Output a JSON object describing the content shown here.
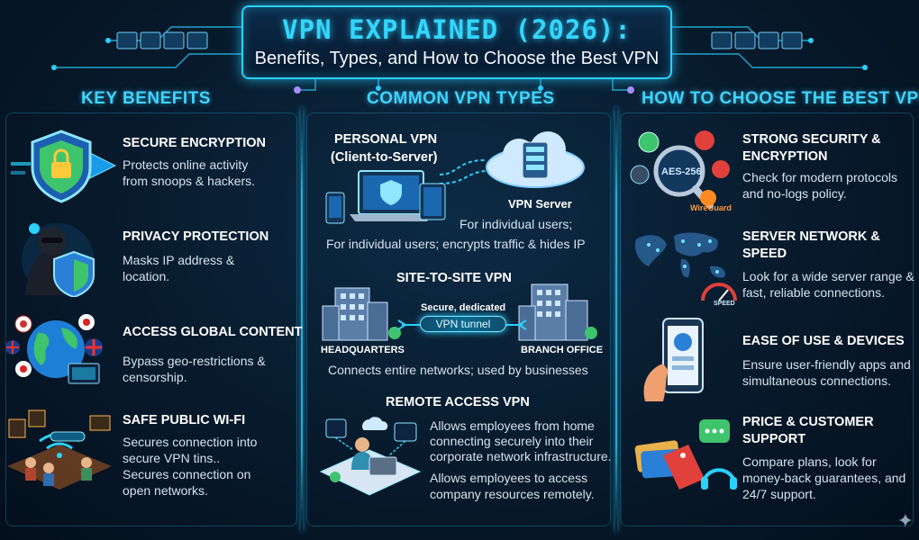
{
  "banner": {
    "title": "VPN EXPLAINED (2026):",
    "subtitle": "Benefits, Types, and How to Choose the Best VPN"
  },
  "columns": {
    "benefits": "KEY BENEFITS",
    "types": "COMMON VPN TYPES",
    "choose": "HOW TO CHOOSE THE BEST VPN"
  },
  "benefits": [
    {
      "title": "SECURE ENCRYPTION",
      "lines": [
        "Protects online activity",
        "from snoops & hackers."
      ],
      "icon": "shield-lock-icon"
    },
    {
      "title": "PRIVACY PROTECTION",
      "lines": [
        "Masks IP address &",
        "location."
      ],
      "icon": "hacker-shield-icon"
    },
    {
      "title": "ACCESS GLOBAL CONTENT",
      "lines": [
        "Bypass geo-restrictions &",
        "censorship."
      ],
      "icon": "globe-flags-icon"
    },
    {
      "title": "SAFE PUBLIC WI-FI",
      "lines": [
        "Secures connection into",
        "secure VPN tins..",
        "Secures connection on",
        "open networks."
      ],
      "icon": "cafe-wifi-icon"
    }
  ],
  "types": {
    "personal": {
      "title_line1": "PERSONAL VPN",
      "title_line2": "(Client-to-Server)",
      "server_label": "VPN Server",
      "desc1": "For individual users;",
      "desc2": "For individual users; encrypts traffic & hides IP"
    },
    "site": {
      "title": "SITE-TO-SITE VPN",
      "secure_label": "Secure, dedicated",
      "tunnel_label": "VPN tunnel",
      "hq_label": "HEADQUARTERS",
      "branch_label": "BRANCH OFFICE",
      "desc": "Connects entire networks; used by businesses"
    },
    "remote": {
      "title": "REMOTE ACCESS VPN",
      "lines": [
        "Allows employees from home",
        "connecting securely into their",
        "corporate network infrastructure.",
        "Allows employees to access",
        "company resources remotely."
      ]
    }
  },
  "choose": [
    {
      "title1": "STRONG SECURITY &",
      "title2": "ENCRYPTION",
      "lines": [
        "Check for modern protocols",
        "and no-logs policy."
      ],
      "icon": "magnifier-protocols-icon",
      "badge": "AES-256",
      "badge2": "WireGuard"
    },
    {
      "title1": "SERVER NETWORK &",
      "title2": "SPEED",
      "lines": [
        "Look for a wide server range &",
        "fast, reliable connections."
      ],
      "icon": "world-map-speed-icon",
      "badge": "SPEED"
    },
    {
      "title1": "EASE OF USE & DEVICES",
      "title2": "",
      "lines": [
        "Ensure user-friendly apps and",
        "simultaneous connections."
      ],
      "icon": "phone-hand-icon"
    },
    {
      "title1": "PRICE & CUSTOMER",
      "title2": "SUPPORT",
      "lines": [
        "Compare plans, look for",
        "money-back guarantees, and",
        "24/7 support."
      ],
      "icon": "cards-headset-icon"
    }
  ],
  "colors": {
    "accent": "#2ad1ff",
    "bg": "#071a2c",
    "green": "#3ec46d",
    "orange": "#ff8a1f",
    "red": "#e0413a"
  }
}
